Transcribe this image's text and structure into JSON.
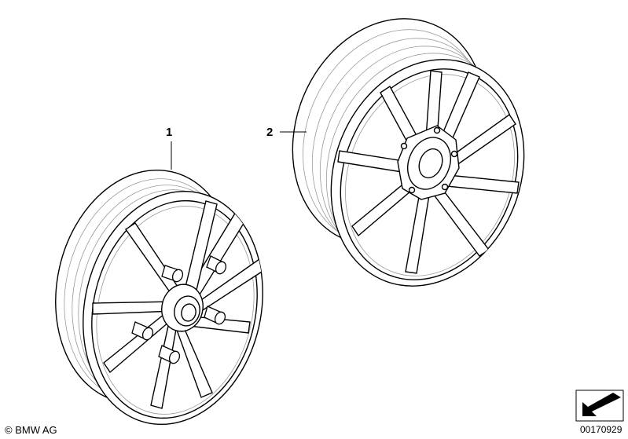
{
  "callouts": [
    {
      "number": "1"
    },
    {
      "number": "2"
    }
  ],
  "footer": {
    "copyright": "© BMW AG",
    "diagram_id": "00170929"
  },
  "icons": {
    "navigation": "arrow-stamp-icon"
  }
}
